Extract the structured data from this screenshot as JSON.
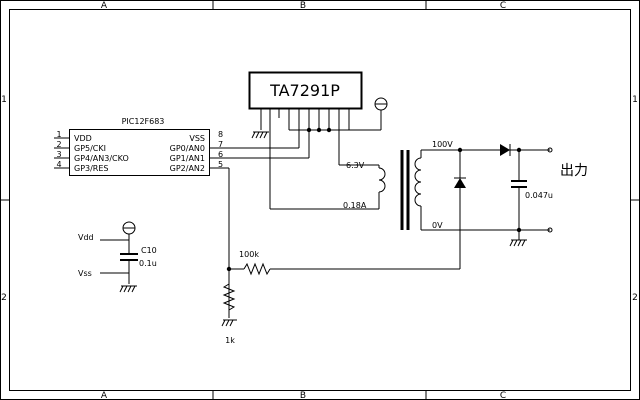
{
  "frame": {
    "columns": [
      "A",
      "B",
      "C"
    ],
    "rows": [
      "1",
      "2"
    ]
  },
  "ic": {
    "regulator": "TA7291P",
    "mcu": "PIC12F683",
    "mcu_pins_left": [
      {
        "num": "1",
        "name": "VDD"
      },
      {
        "num": "2",
        "name": "GP5/CKI"
      },
      {
        "num": "3",
        "name": "GP4/AN3/CKO"
      },
      {
        "num": "4",
        "name": "GP3/RES"
      }
    ],
    "mcu_pins_right": [
      {
        "num": "8",
        "name": "VSS"
      },
      {
        "num": "7",
        "name": "GP0/AN0"
      },
      {
        "num": "6",
        "name": "GP1/AN1"
      },
      {
        "num": "5",
        "name": "GP2/AN2"
      }
    ]
  },
  "labels": {
    "vdd": "Vdd",
    "vss": "Vss",
    "cap1_ref": "C10",
    "cap1_val": "0.1u",
    "r1": "100k",
    "r2": "1k",
    "prim_v": "6.3V",
    "prim_i": "0.18A",
    "sec_hi": "100V",
    "sec_lo": "0V",
    "cap2_val": "0.047u",
    "output": "出力"
  }
}
